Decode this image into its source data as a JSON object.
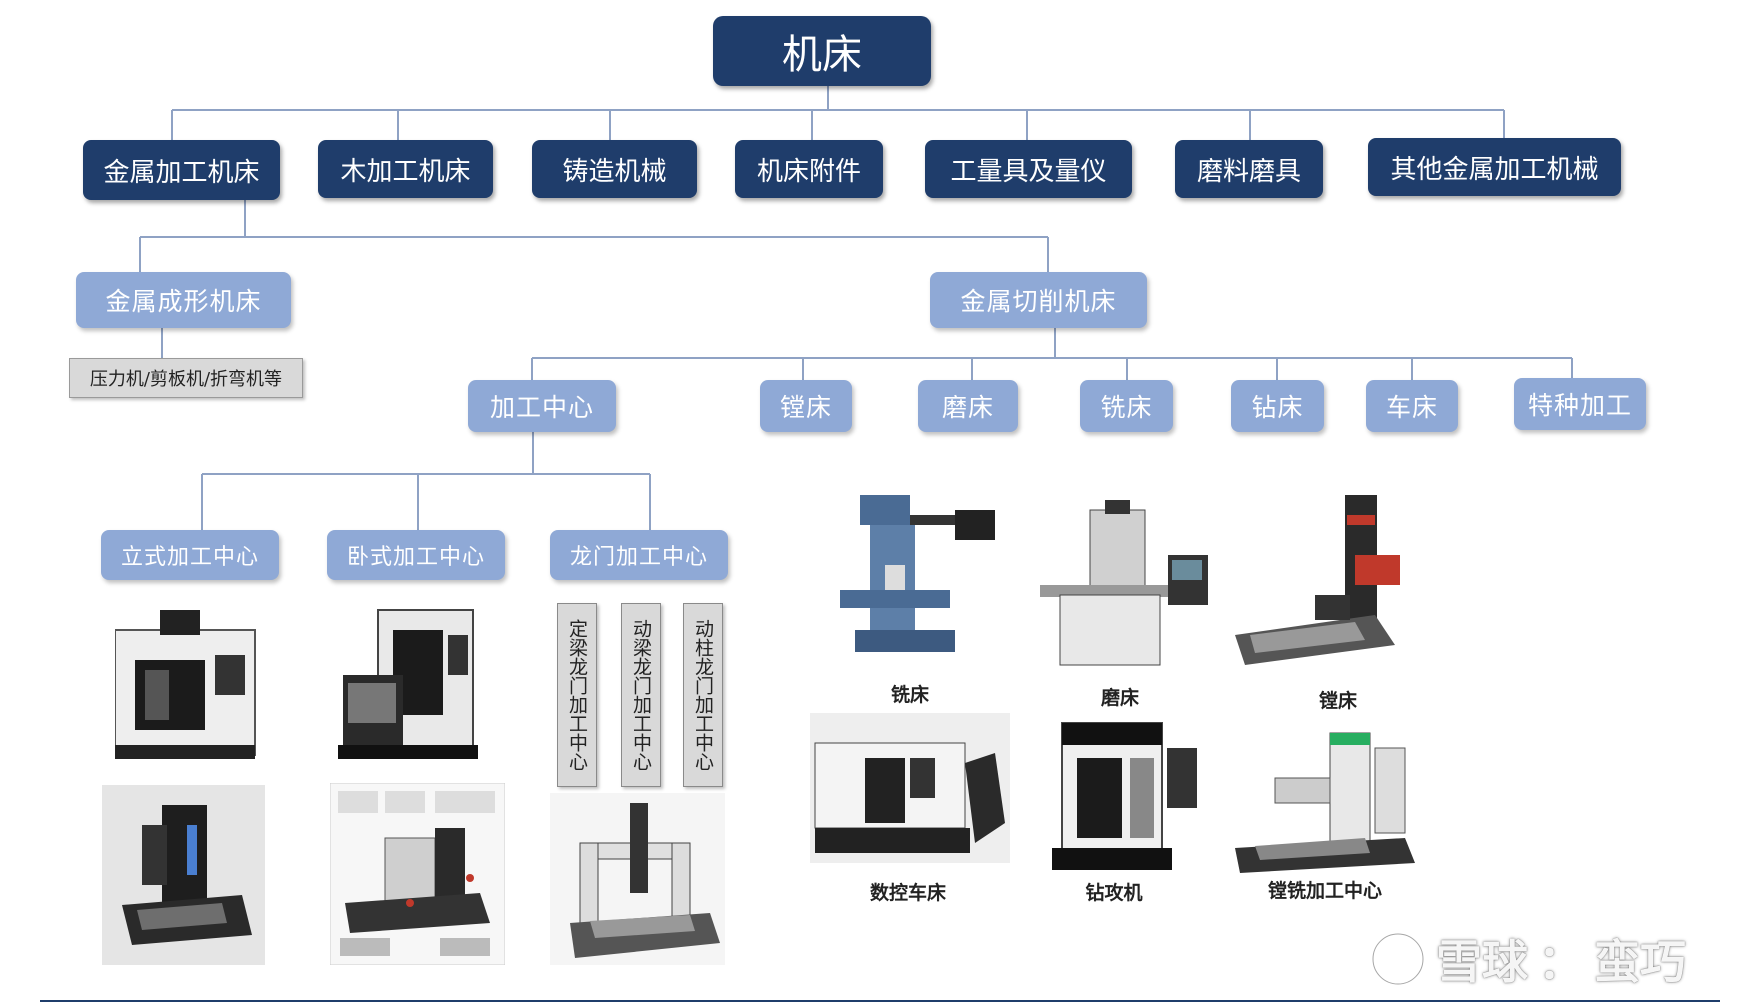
{
  "root": "机床",
  "level1": [
    "金属加工机床",
    "木加工机床",
    "铸造机械",
    "机床附件",
    "工量具及量仪",
    "磨料磨具",
    "其他金属加工机械"
  ],
  "forming": {
    "label": "金属成形机床",
    "note": "压力机/剪板机/折弯机等"
  },
  "cutting": {
    "label": "金属切削机床"
  },
  "cutting_types": [
    "加工中心",
    "镗床",
    "磨床",
    "铣床",
    "钻床",
    "车床",
    "特种加工"
  ],
  "machining_centers": [
    "立式加工中心",
    "卧式加工中心",
    "龙门加工中心"
  ],
  "gantry_types": [
    "定梁龙门加工中心",
    "动梁龙门加工中心",
    "动柱龙门加工中心"
  ],
  "captions": [
    "铣床",
    "磨床",
    "镗床",
    "数控车床",
    "钻攻机",
    "镗铣加工中心"
  ],
  "watermark": {
    "brand": "雪球",
    "separator": "：",
    "author": "蛮巧"
  },
  "colors": {
    "dark_node": "#1f3d6b",
    "light_node": "#8fa9d6",
    "connector": "#8fa2c4",
    "gray_box": "#d9d9d9"
  }
}
